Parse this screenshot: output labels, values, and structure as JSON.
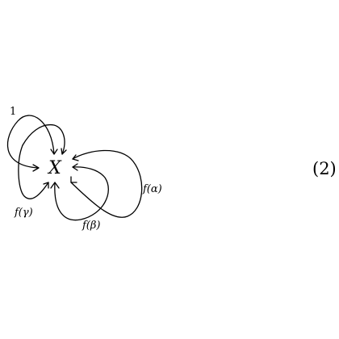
{
  "diagram": {
    "node": {
      "label": "X"
    },
    "loops": [
      {
        "id": "one",
        "label": "1"
      },
      {
        "id": "gamma",
        "label": "f(γ)"
      },
      {
        "id": "beta",
        "label": "f(β)"
      },
      {
        "id": "alpha",
        "label": "f(α)"
      }
    ]
  },
  "equation_number": "(2)"
}
